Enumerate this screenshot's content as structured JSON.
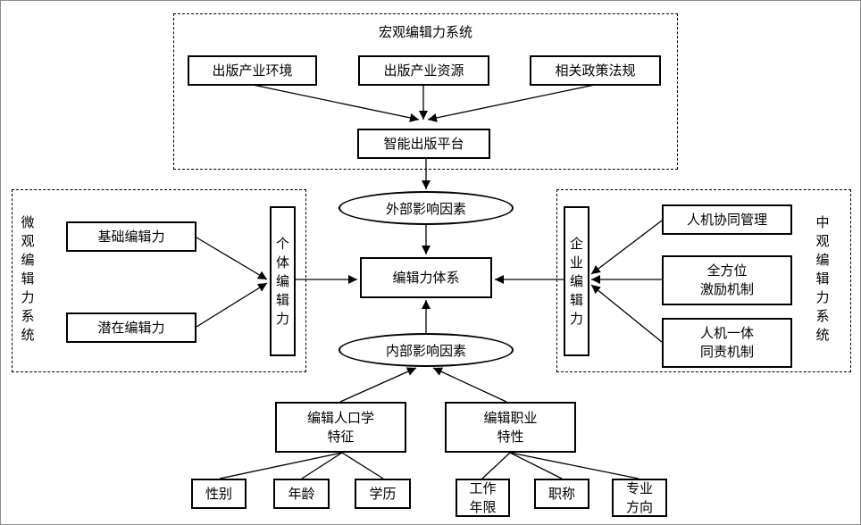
{
  "macro": {
    "title": "宏观编辑力系统",
    "factors": [
      "出版产业环境",
      "出版产业资源",
      "相关政策法规"
    ],
    "platform": "智能出版平台"
  },
  "external_factor": "外部影响因素",
  "center": "编辑力体系",
  "internal_factor": "内部影响因素",
  "micro": {
    "title": "微观编辑力系统",
    "basic": "基础编辑力",
    "latent": "潜在编辑力",
    "individual": "个体编辑力"
  },
  "meso": {
    "title": "中观编辑力系统",
    "enterprise": "企业编辑力",
    "items": [
      "人机协同管理",
      "全方位\n激励机制",
      "人机一体\n同责机制"
    ]
  },
  "demographics": {
    "label": "编辑人口学\n特征",
    "items": [
      "性别",
      "年龄",
      "学历"
    ]
  },
  "professional": {
    "label": "编辑职业\n特性",
    "items": [
      "工作\n年限",
      "职称",
      "专业\n方向"
    ]
  }
}
